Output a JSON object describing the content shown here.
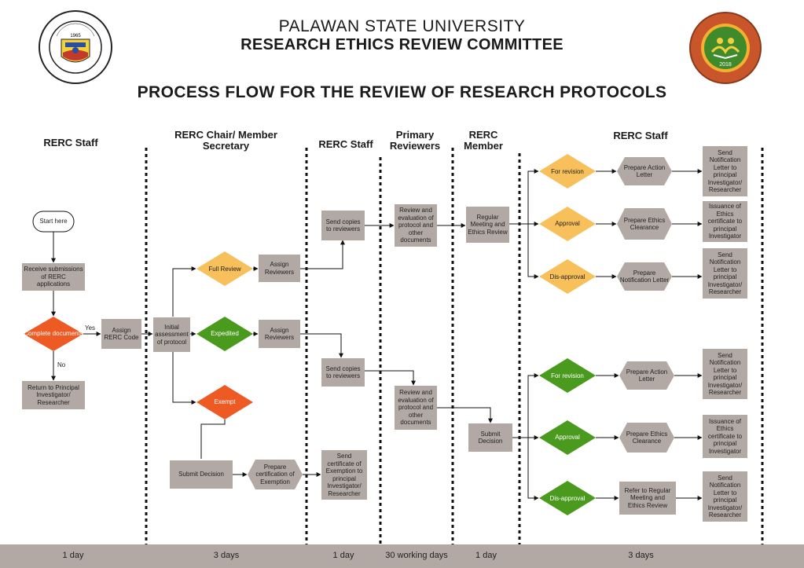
{
  "header": {
    "university": "PALAWAN STATE UNIVERSITY",
    "committee": "RESEARCH ETHICS REVIEW COMMITTEE",
    "process_title": "PROCESS FLOW FOR THE REVIEW OF RESEARCH PROTOCOLS",
    "seal_year": "1965",
    "logo_year": "2018"
  },
  "lanes": {
    "rerc_staff_1": "RERC Staff",
    "chair": "RERC Chair/ Member Secretary",
    "rerc_staff_2": "RERC Staff",
    "primary": "Primary Reviewers",
    "member": "RERC Member",
    "rerc_staff_3": "RERC Staff"
  },
  "nodes": {
    "start": "Start here",
    "receive": "Receive submissions of RERC applications",
    "complete": "Complete documents",
    "yes": "Yes",
    "no": "No",
    "return": "Return to Principal Investigator/ Researcher",
    "assign_code": "Assign RERC Code",
    "initial": "Initial assessment of protocol",
    "full_review": "Full Review",
    "expedited": "Expedited",
    "exempt": "Exempt",
    "assign_reviewers_1": "Assign Reviewers",
    "assign_reviewers_2": "Assign Reviewers",
    "submit_decision_exempt": "Submit Decision",
    "prepare_cert": "Prepare certification of Exemption",
    "send_copies_1": "Send copies to reviewers",
    "send_copies_2": "Send copies to reviewers",
    "send_cert": "Send certificate of Exemption to principal Investigator/ Researcher",
    "review_1": "Review and evaluation of protocol and other documents",
    "review_2": "Review and evaluation of protocol and other documents",
    "regular_meeting": "Regular Meeting and Ethics Review",
    "submit_decision": "Submit Decision",
    "for_revision_1": "For revision",
    "approval_1": "Approval",
    "disapproval_1": "Dis-approval",
    "for_revision_2": "For revision",
    "approval_2": "Approval",
    "disapproval_2": "Dis-approval",
    "prep_action_1": "Prepare Action Letter",
    "prep_clearance_1": "Prepare Ethics Clearance",
    "prep_notif_1": "Prepare Notification Letter",
    "prep_action_2": "Prepare Action Letter",
    "prep_clearance_2": "Prepare Ethics Clearance",
    "refer_meeting": "Refer to Regular Meeting and Ethics Review",
    "send_notif_1": "Send Notification Letter to principal Investigator/ Researcher",
    "issuance_1": "Issuance of Ethics certificate to principal Investigator",
    "send_notif_2": "Send Notification Letter to principal Investigator/ Researcher",
    "send_notif_3": "Send Notification Letter to principal Investigator/ Researcher",
    "issuance_2": "Issuance of Ethics certificate to principal Investigator",
    "send_notif_4": "Send Notification Letter to principal Investigator/ Researcher"
  },
  "durations": [
    "1 day",
    "3 days",
    "1 day",
    "30 working days",
    "1 day",
    "3 days"
  ],
  "colors": {
    "box": "#b3a9a4",
    "orange": "#ee5a24",
    "light_orange": "#f8c05a",
    "green": "#4a9a1e",
    "footer": "#b3a9a4"
  }
}
